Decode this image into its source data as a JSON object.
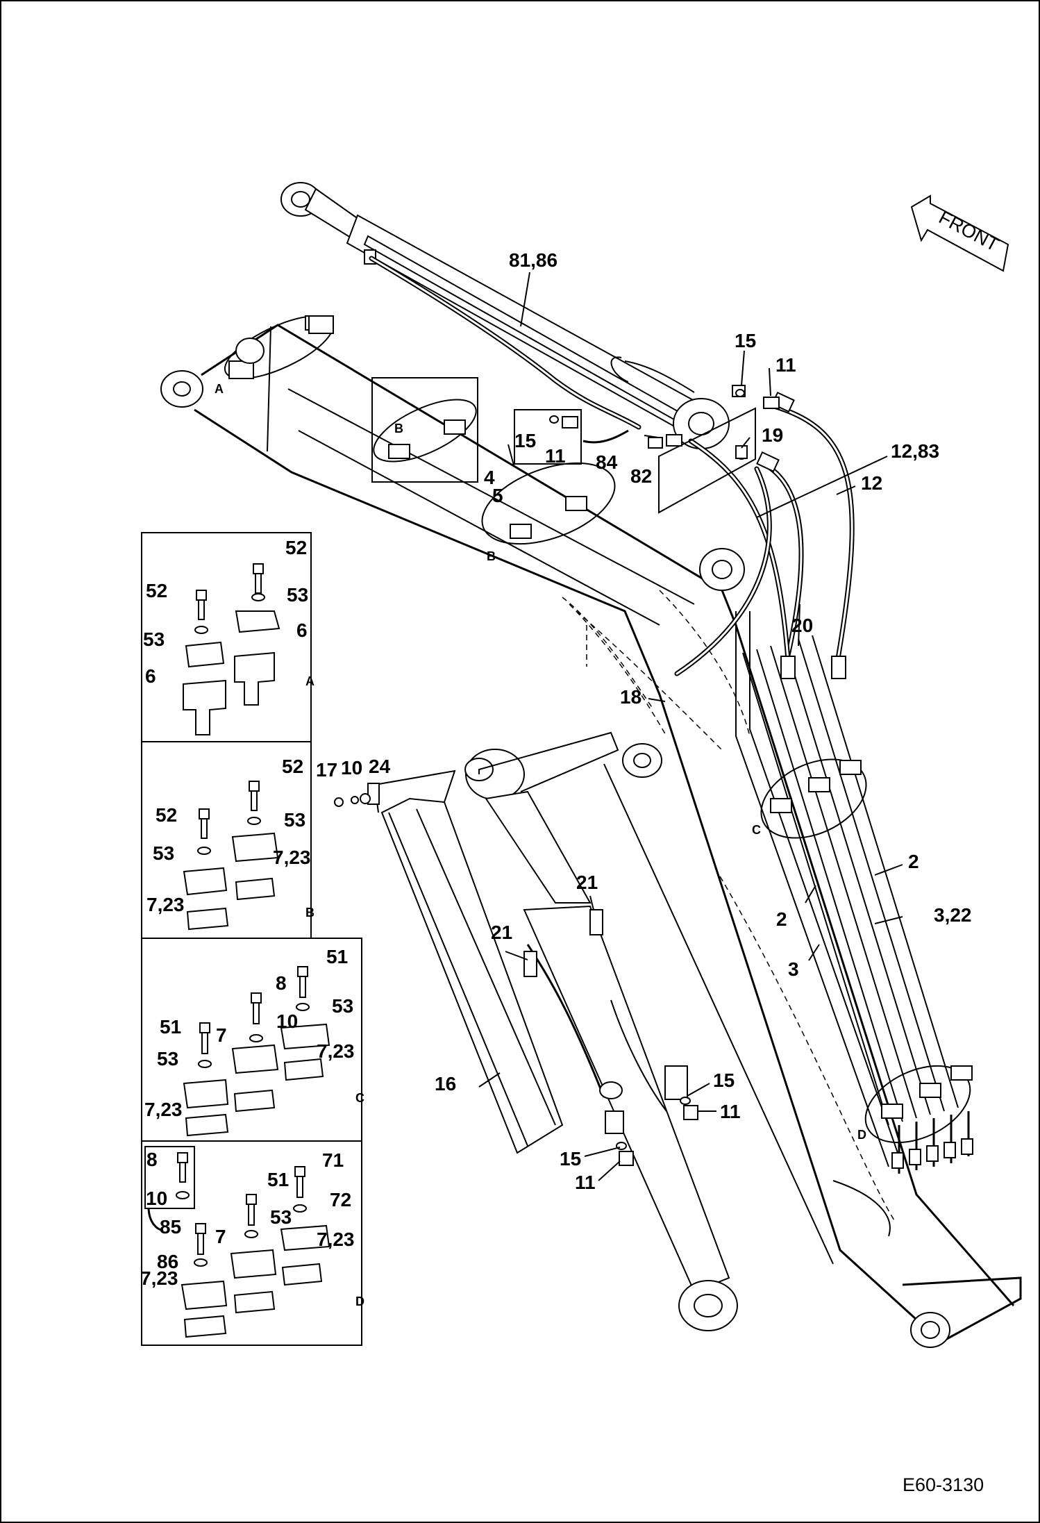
{
  "diagram": {
    "front_label": "FRONT",
    "reference_code": "E60-3130",
    "callouts": {
      "c_81_86": "81,86",
      "c_15_top": "15",
      "c_11_top": "11",
      "c_19": "19",
      "c_12_83": "12,83",
      "c_12": "12",
      "c_15_mid": "15",
      "c_11_mid": "11",
      "c_84": "84",
      "c_82": "82",
      "c_4": "4",
      "c_5": "5",
      "c_A": "A",
      "c_B_top": "B",
      "c_B_mid": "B",
      "c_20": "20",
      "c_18": "18",
      "c_17": "17",
      "c_10": "10",
      "c_24": "24",
      "c_C": "C",
      "c_2_right": "2",
      "c_2_left": "2",
      "c_3_22": "3,22",
      "c_3": "3",
      "c_21_upper": "21",
      "c_21_lower": "21",
      "c_16": "16",
      "c_15_cyl": "15",
      "c_11_cyl": "11",
      "c_15_bot": "15",
      "c_11_bot": "11",
      "c_D": "D"
    },
    "detail_A": {
      "letter": "A",
      "labels": [
        "52",
        "52",
        "53",
        "53",
        "6",
        "6"
      ]
    },
    "detail_B": {
      "letter": "B",
      "labels": [
        "52",
        "52",
        "53",
        "53",
        "7,23",
        "7,23"
      ]
    },
    "detail_C": {
      "letter": "C",
      "labels": [
        "51",
        "8",
        "53",
        "51",
        "7",
        "10",
        "53",
        "7,23",
        "7,23"
      ]
    },
    "detail_D": {
      "letter": "D",
      "labels": [
        "8",
        "71",
        "10",
        "51",
        "72",
        "85",
        "53",
        "7",
        "7,23",
        "86",
        "7,23"
      ]
    }
  }
}
